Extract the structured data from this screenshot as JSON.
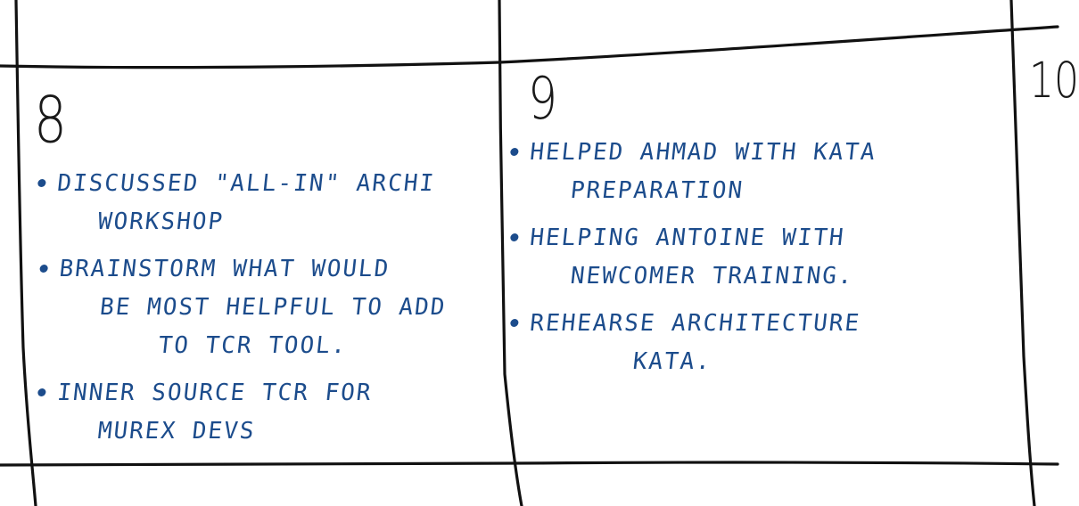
{
  "calendar": {
    "cells": [
      {
        "day": "8",
        "notes": [
          {
            "lines": [
              "Discussed \"All-in\" archi",
              "workshop"
            ]
          },
          {
            "lines": [
              "Brainstorm what would",
              "be most helpful to add",
              "to TCR tool."
            ]
          },
          {
            "lines": [
              "Inner source TCR for",
              "Murex devs"
            ]
          }
        ]
      },
      {
        "day": "9",
        "notes": [
          {
            "lines": [
              "Helped Ahmad with Kata",
              "preparation"
            ]
          },
          {
            "lines": [
              "Helping Antoine with",
              "newcomer training."
            ]
          },
          {
            "lines": [
              "Rehearse Architecture",
              "Kata."
            ]
          }
        ]
      },
      {
        "day": "10",
        "notes": []
      }
    ]
  }
}
